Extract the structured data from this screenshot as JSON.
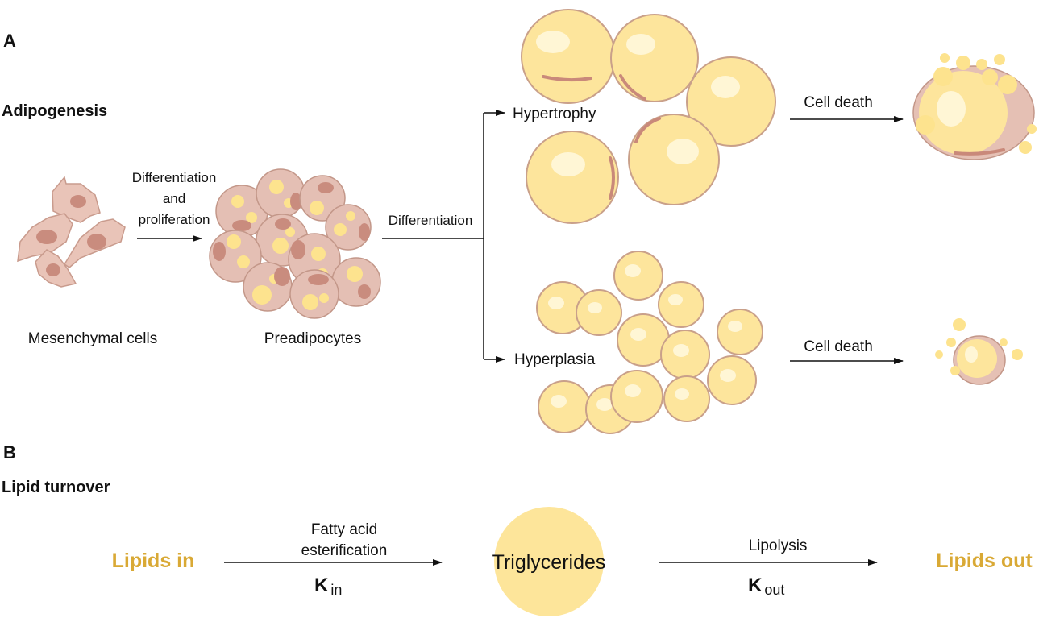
{
  "panel_a": {
    "letter": "A",
    "title": "Adipogenesis",
    "mesenchymal_label": "Mesenchymal cells",
    "step1_line1": "Differentiation",
    "step1_line2": "and",
    "step1_line3": "proliferation",
    "preadipocytes_label": "Preadipocytes",
    "step2_label": "Differentiation",
    "hypertrophy_label": "Hypertrophy",
    "hyperplasia_label": "Hyperplasia",
    "cell_death_top": "Cell death",
    "cell_death_bottom": "Cell death"
  },
  "panel_b": {
    "letter": "B",
    "title": "Lipid turnover",
    "lipids_in": "Lipids in",
    "esterification_line1": "Fatty acid",
    "esterification_line2": "esterification",
    "k_in_main": "K",
    "k_in_sub": "in",
    "triglycerides": "Triglycerides",
    "lipolysis": "Lipolysis",
    "k_out_main": "K",
    "k_out_sub": "out",
    "lipids_out": "Lipids out"
  },
  "colors": {
    "lipid_gold": "#d9a935",
    "fat_cell": "#fde59c",
    "cell_pink": "#e9c4b8"
  }
}
